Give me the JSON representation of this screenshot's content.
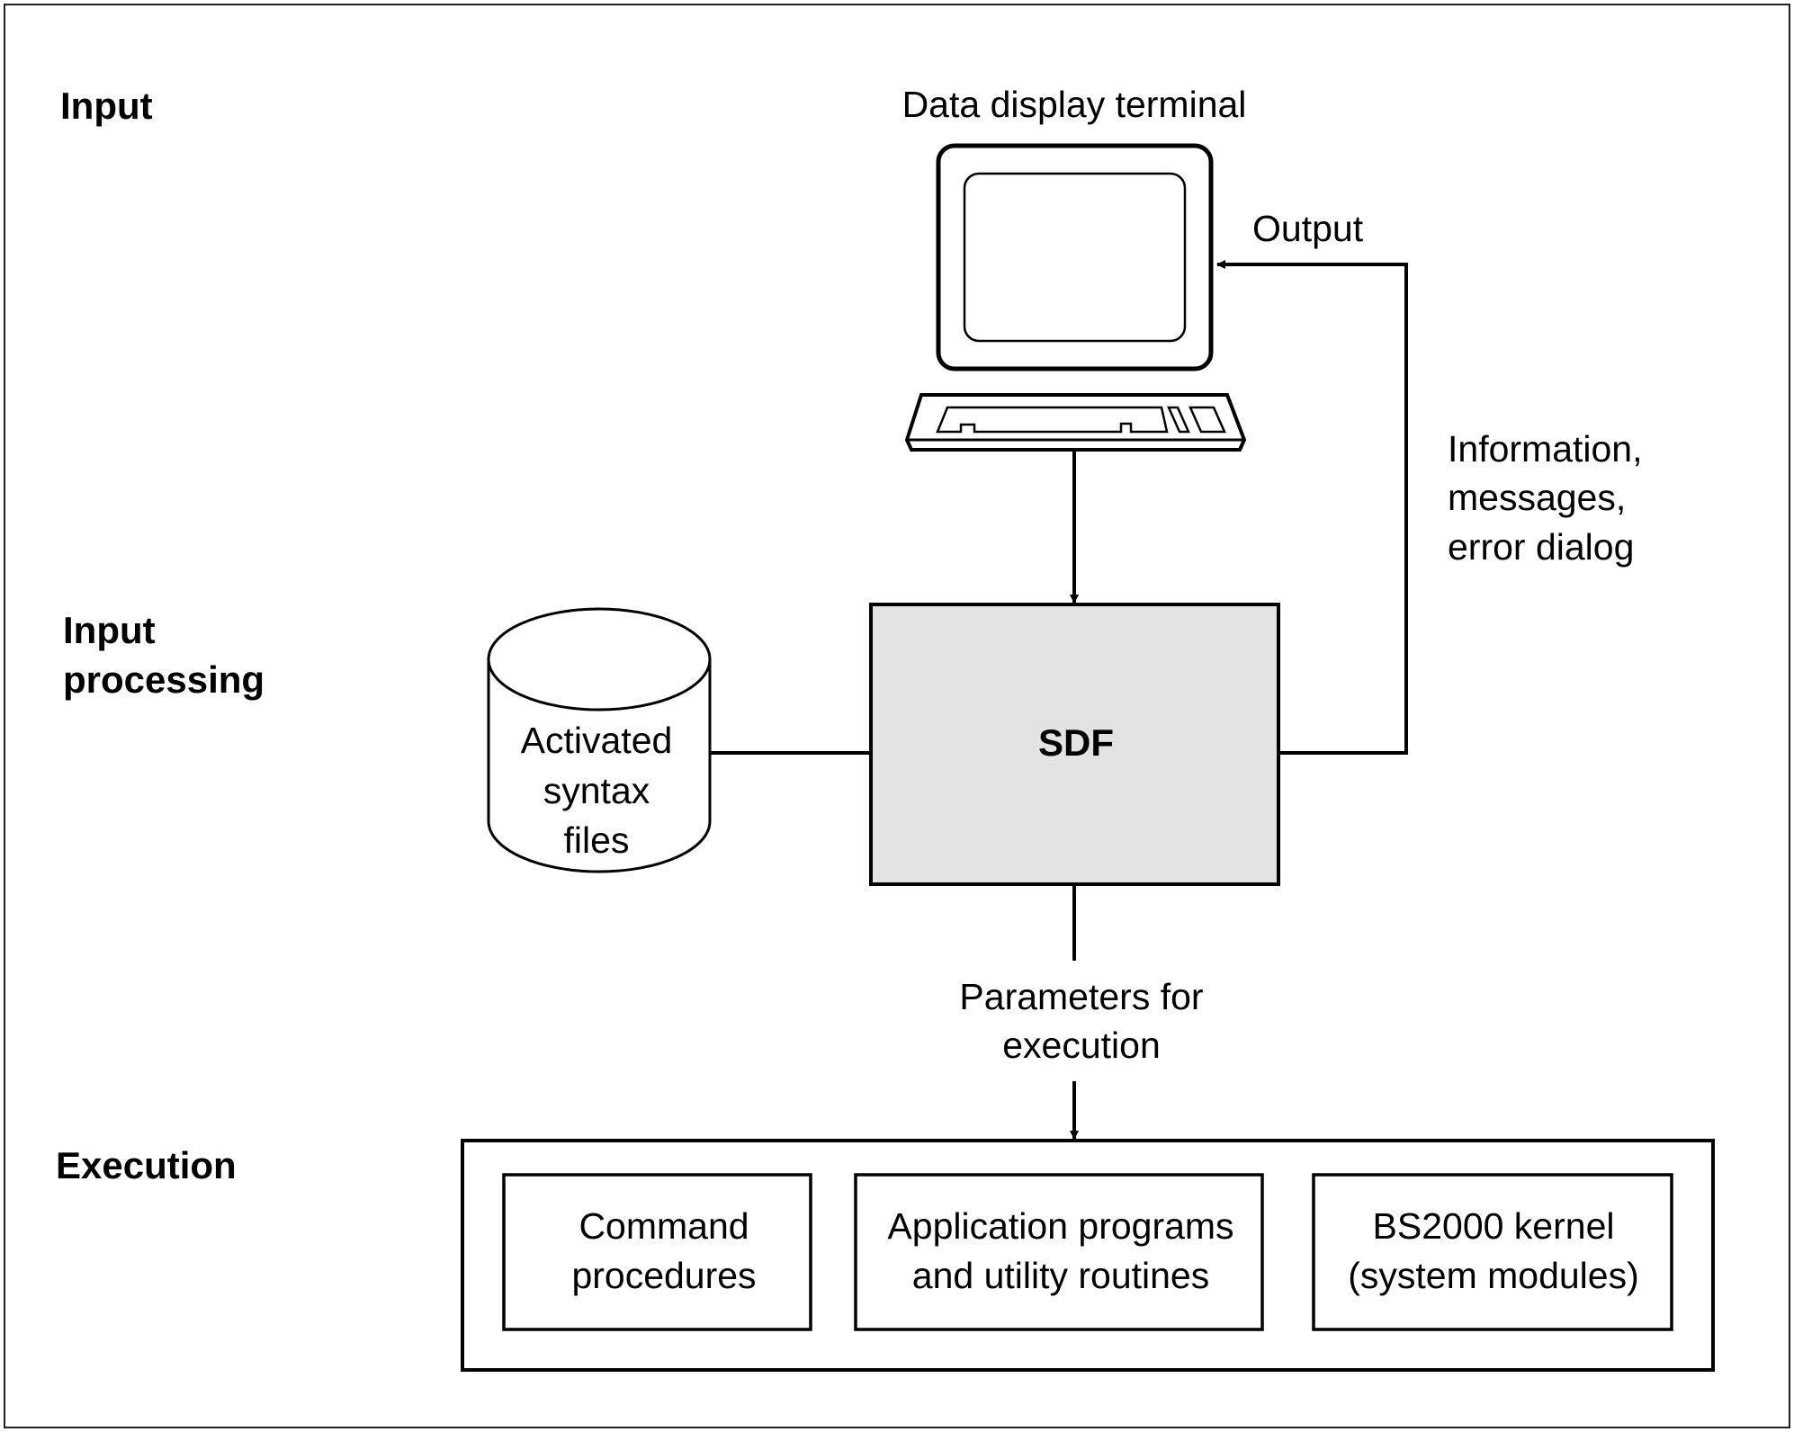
{
  "sections": {
    "input": "Input",
    "input_processing": [
      "Input",
      "processing"
    ],
    "execution": "Execution"
  },
  "terminal": {
    "label": "Data display terminal"
  },
  "output_arrow": {
    "label": "Output",
    "description": [
      "Information,",
      "messages,",
      "error dialog"
    ]
  },
  "sdf": {
    "label": "SDF",
    "fill": "#e3e3e3"
  },
  "syntax_files": {
    "label": [
      "Activated",
      "syntax",
      "files"
    ]
  },
  "parameters": {
    "label": [
      "Parameters for",
      "execution"
    ]
  },
  "execution_boxes": [
    {
      "lines": [
        "Command",
        "procedures"
      ]
    },
    {
      "lines": [
        "Application programs",
        "and utility routines"
      ]
    },
    {
      "lines": [
        "BS2000 kernel",
        "(system modules)"
      ]
    }
  ]
}
